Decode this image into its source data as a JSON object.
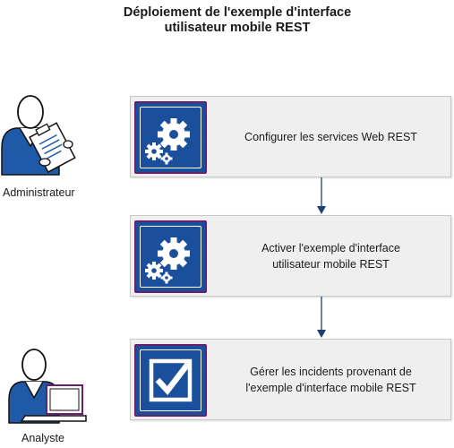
{
  "title_line1": "Déploiement de l'exemple d'interface",
  "title_line2": "utilisateur mobile REST",
  "actors": [
    {
      "label": "Administrateur",
      "icon": "administrator-icon"
    },
    {
      "label": "Analyste",
      "icon": "analyst-icon"
    }
  ],
  "steps": [
    {
      "label_line1": "Configurer les services Web REST",
      "label_line2": "",
      "icon": "gears-icon"
    },
    {
      "label_line1": "Activer l'exemple d'interface",
      "label_line2": "utilisateur mobile REST",
      "icon": "gears-icon"
    },
    {
      "label_line1": "Gérer les incidents provenant de",
      "label_line2": "l'exemple d'interface mobile REST",
      "icon": "checkbox-icon"
    }
  ],
  "colors": {
    "icon_bg": "#1a4f9c",
    "icon_border": "#6a1f6b",
    "actor_fill": "#1f5aa8",
    "arrow": "#1e3f73"
  }
}
